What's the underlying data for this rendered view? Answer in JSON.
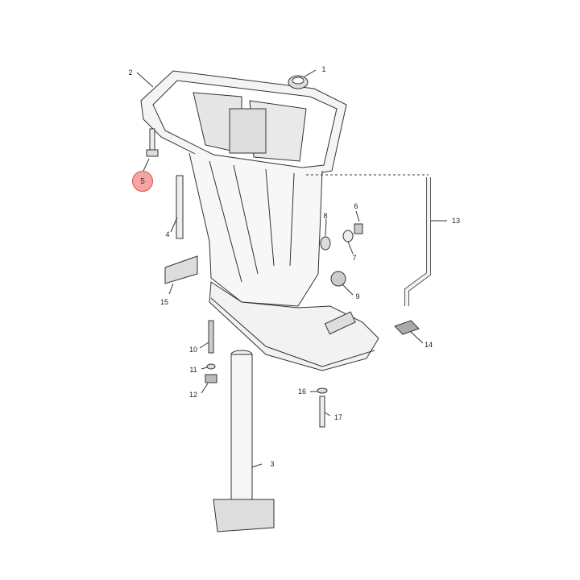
{
  "diagram": {
    "highlighted_part": "5",
    "highlight_color": "#f5a3a3",
    "callouts": [
      {
        "id": "c1",
        "label": "1"
      },
      {
        "id": "c2",
        "label": "2"
      },
      {
        "id": "c3",
        "label": "3"
      },
      {
        "id": "c4",
        "label": "4"
      },
      {
        "id": "c5",
        "label": "5"
      },
      {
        "id": "c6",
        "label": "6"
      },
      {
        "id": "c7",
        "label": "7"
      },
      {
        "id": "c8",
        "label": "8"
      },
      {
        "id": "c9",
        "label": "9"
      },
      {
        "id": "c10",
        "label": "10"
      },
      {
        "id": "c11",
        "label": "11"
      },
      {
        "id": "c12",
        "label": "12"
      },
      {
        "id": "c13",
        "label": "13"
      },
      {
        "id": "c14",
        "label": "14"
      },
      {
        "id": "c15",
        "label": "15"
      },
      {
        "id": "c16",
        "label": "16"
      },
      {
        "id": "c17",
        "label": "17"
      }
    ]
  }
}
